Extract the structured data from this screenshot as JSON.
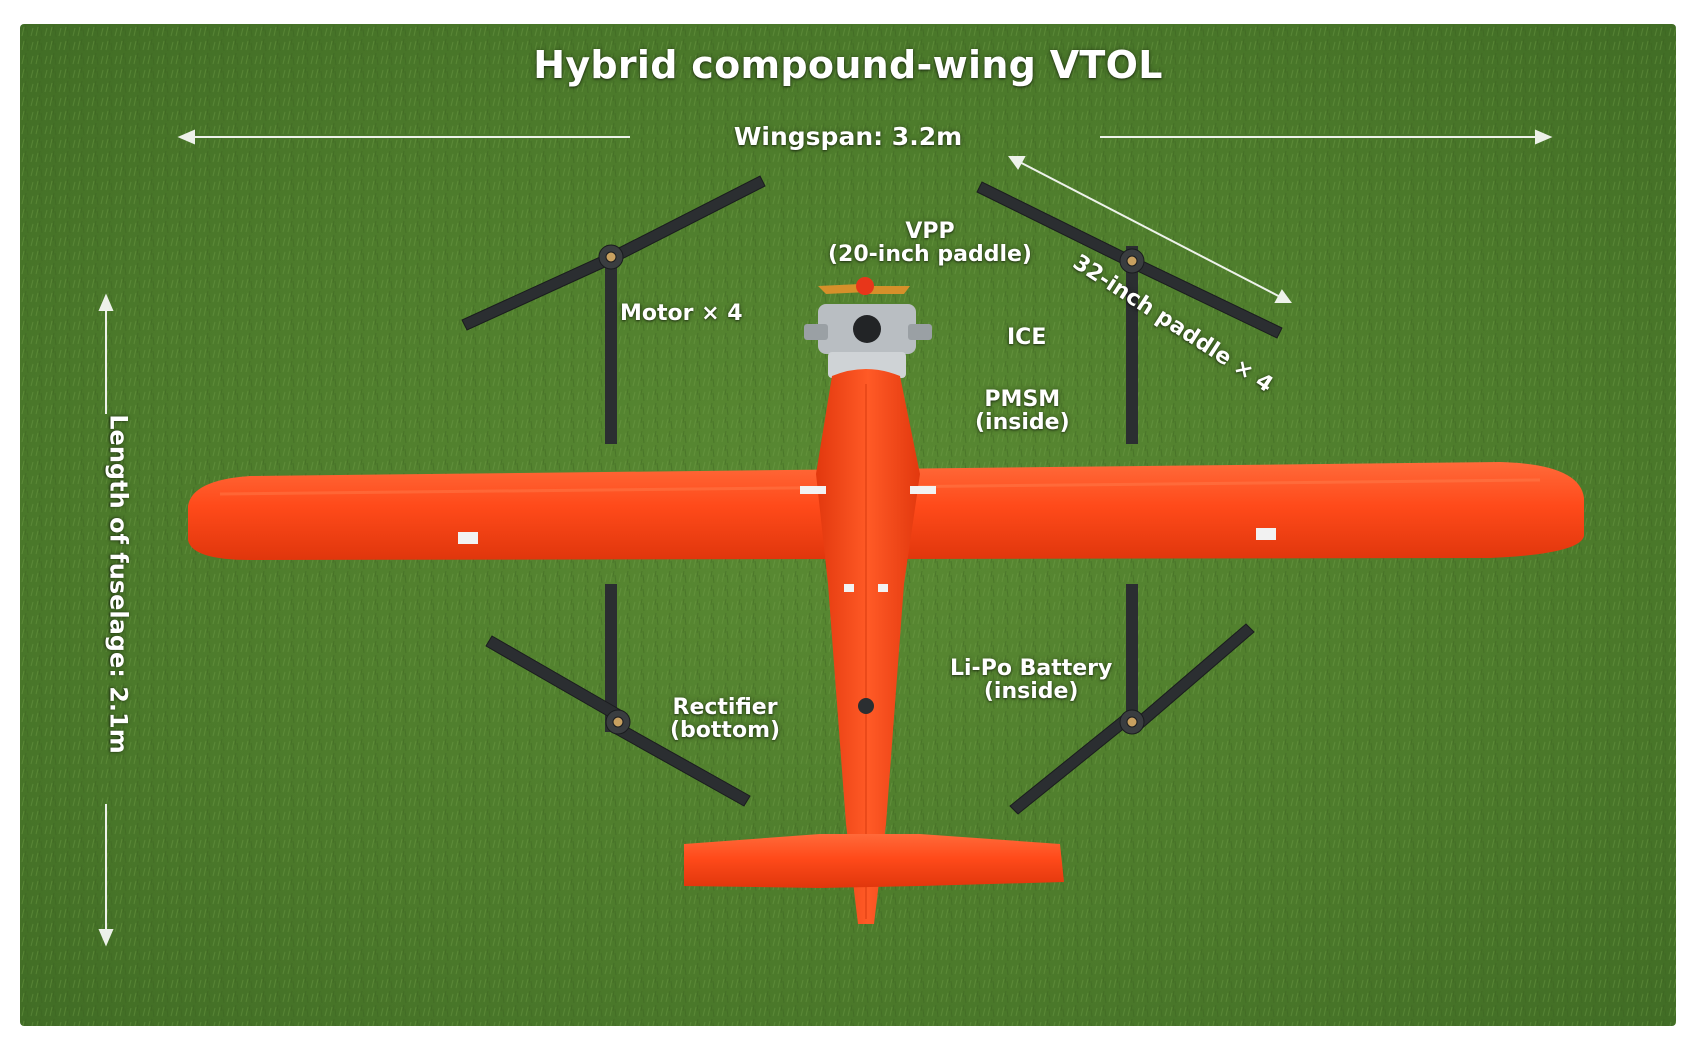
{
  "title": "Hybrid compound-wing VTOL",
  "labels": {
    "wingspan": "Wingspan: 3.2m",
    "paddle": "32-inch paddle × 4",
    "vpp_line1": "VPP",
    "vpp_line2": "(20-inch paddle)",
    "motor": "Motor × 4",
    "ice": "ICE",
    "pmsm_line1": "PMSM",
    "pmsm_line2": "(inside)",
    "lipo_line1": "Li-Po Battery",
    "lipo_line2": "(inside)",
    "rectifier_line1": "Rectifier",
    "rectifier_line2": "(bottom)",
    "fuselage": "Length of fuselage: 2.1m"
  },
  "colors": {
    "grass": "#4e7d2c",
    "aircraft_body": "#ff4a1a",
    "label_text": "#ffffff",
    "propeller": "#2b2e31"
  }
}
